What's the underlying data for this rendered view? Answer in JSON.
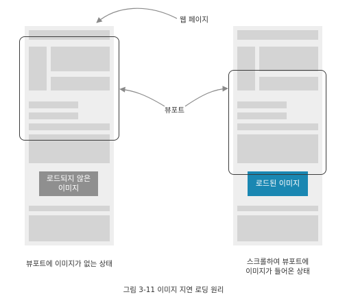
{
  "labels": {
    "web_page": "웹 페이지",
    "viewport": "뷰포트",
    "unloaded_image_line1": "로드되지 않은",
    "unloaded_image_line2": "이미지",
    "loaded_image": "로드된 이미지",
    "left_caption": "뷰포트에 이미지가 없는 상태",
    "right_caption_line1": "스크롤하여 뷰포트에",
    "right_caption_line2": "이미지가 들어온 상태",
    "figure_caption": "그림 3-11 이미지 지연 로딩 원리"
  },
  "colors": {
    "page_bg": "#eeeeee",
    "block": "#d4d4d4",
    "unloaded_image": "#8f8f8f",
    "loaded_image": "#1a87b2",
    "viewport_border": "#3a3a3a"
  }
}
